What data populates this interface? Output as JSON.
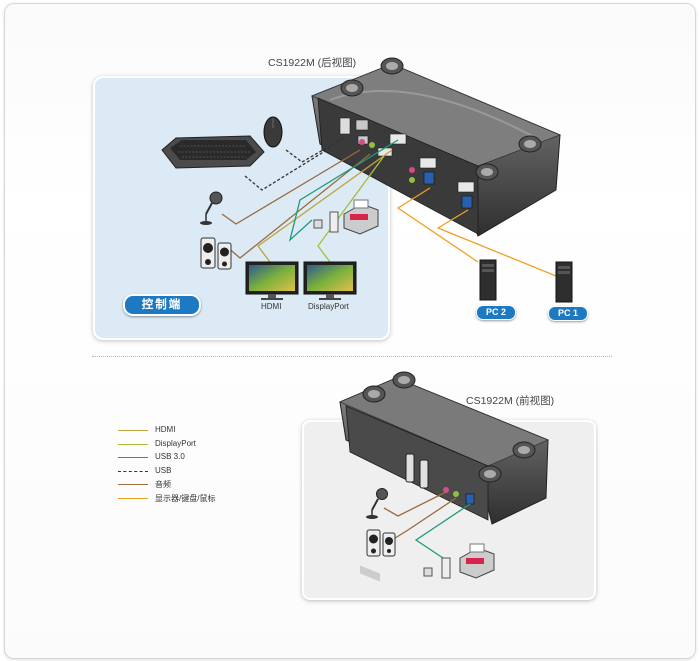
{
  "titles": {
    "rear_view": "CS1922M (后视图)",
    "front_view": "CS1922M (前视图)"
  },
  "console": {
    "badge": "控制端",
    "monitor_hdmi": "HDMI",
    "monitor_dp": "DisplayPort"
  },
  "computers": [
    {
      "label": "PC 2"
    },
    {
      "label": "PC 1"
    }
  ],
  "legend": [
    {
      "label": "HDMI",
      "color": "#bfa23a",
      "style": "solid"
    },
    {
      "label": "DisplayPort",
      "color": "#a6c03a",
      "style": "solid"
    },
    {
      "label": "USB 3.0",
      "color": "#1e9a7a",
      "style": "solid"
    },
    {
      "label": "USB",
      "color": "#333333",
      "style": "dashed"
    },
    {
      "label": "音频",
      "color": "#9a6b3c",
      "style": "solid"
    },
    {
      "label": "显示器/键盘/鼠标",
      "color": "#f0a020",
      "style": "solid"
    }
  ],
  "colors": {
    "accent": "#1d79c1",
    "console_bg": "#dbeaf5",
    "hdmi": "#bfa23a",
    "displayport": "#a6c03a",
    "usb3": "#1e9a7a",
    "usb": "#333333",
    "audio": "#9a6b3c",
    "kvm": "#f0a020"
  },
  "icons": [
    "keyboard-icon",
    "mouse-icon",
    "microphone-icon",
    "speakers-icon",
    "monitor-icon",
    "printer-icon",
    "usb-hub-icon",
    "pc-tower-icon",
    "kvm-switch-icon"
  ]
}
